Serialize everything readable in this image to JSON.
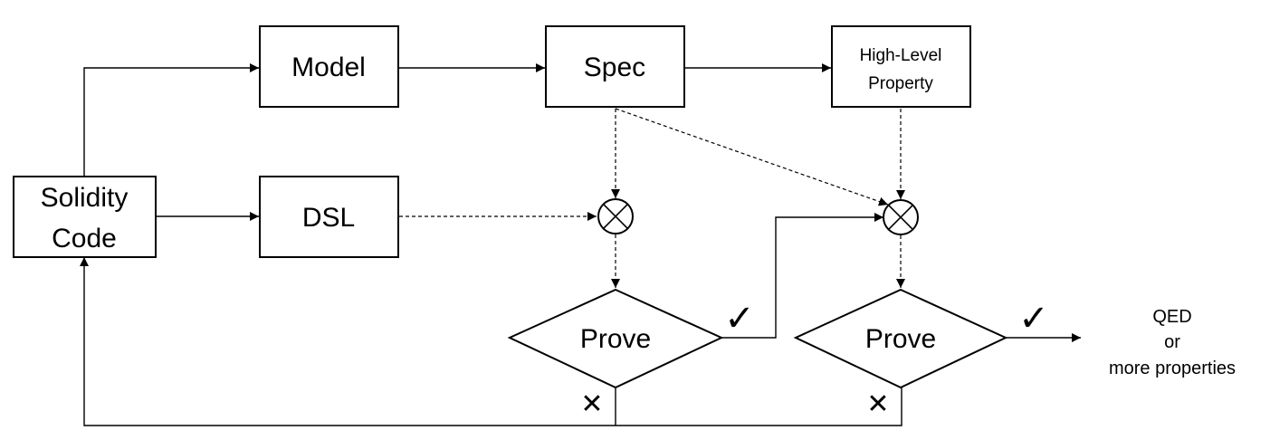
{
  "nodes": {
    "solidity": {
      "line1": "Solidity",
      "line2": "Code"
    },
    "model": {
      "label": "Model"
    },
    "spec": {
      "label": "Spec"
    },
    "high_level": {
      "line1": "High-Level",
      "line2": "Property"
    },
    "dsl": {
      "label": "DSL"
    },
    "prove1": {
      "label": "Prove"
    },
    "prove2": {
      "label": "Prove"
    }
  },
  "output": {
    "line1": "QED",
    "line2": "or",
    "line3": "more properties"
  },
  "marks": {
    "check": "✓",
    "cross": "✕",
    "check_color": "#22b04b",
    "cross_color": "#e8343a"
  }
}
